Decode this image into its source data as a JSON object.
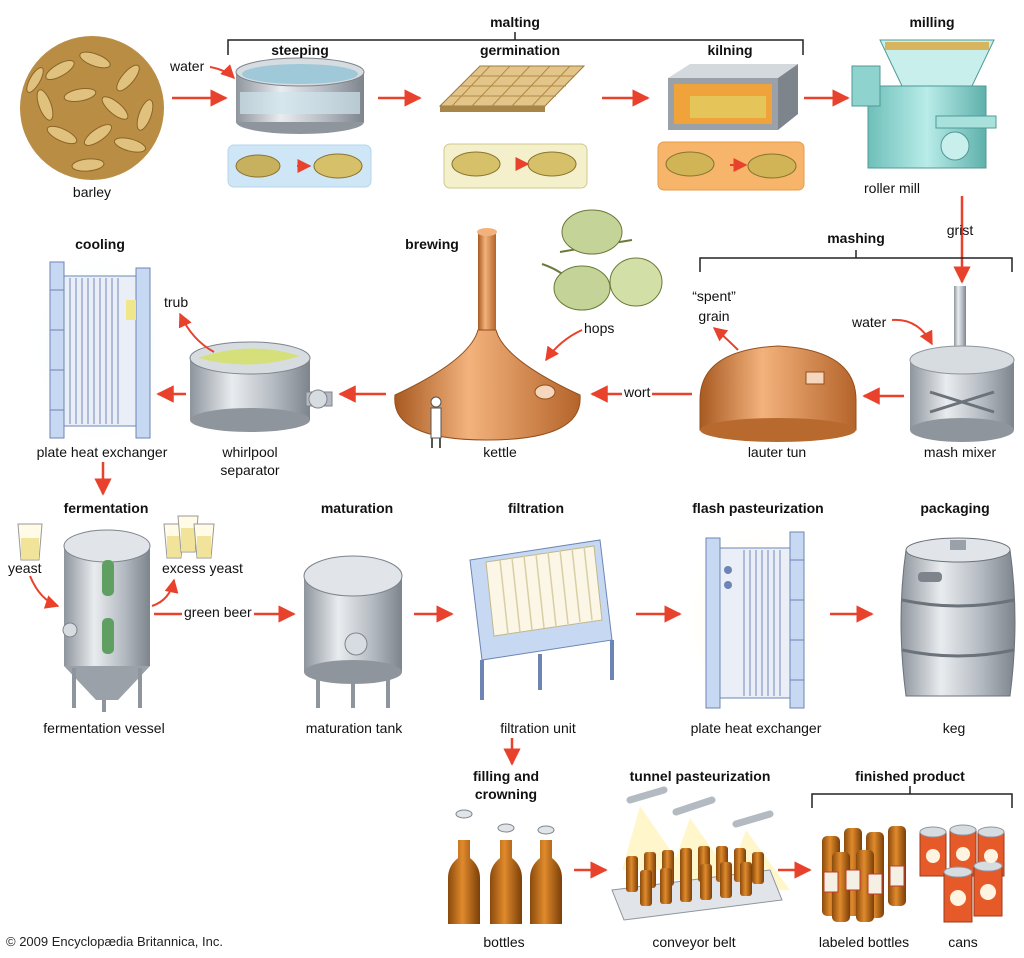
{
  "headings": {
    "malting": "malting",
    "steeping": "steeping",
    "germination": "germination",
    "kilning": "kilning",
    "milling": "milling",
    "mashing": "mashing",
    "brewing": "brewing",
    "cooling": "cooling",
    "fermentation": "fermentation",
    "maturation": "maturation",
    "filtration": "filtration",
    "flash_pasteurization": "flash pasteurization",
    "packaging": "packaging",
    "filling_line1": "filling and",
    "filling_line2": "crowning",
    "tunnel_pasteurization": "tunnel pasteurization",
    "finished_product": "finished product"
  },
  "labels": {
    "barley": "barley",
    "water_top": "water",
    "roller_mill": "roller mill",
    "grist": "grist",
    "water_mash": "water",
    "mash_mixer": "mash mixer",
    "spent_line1": "“spent”",
    "spent_line2": "grain",
    "lauter_tun": "lauter tun",
    "wort": "wort",
    "hops": "hops",
    "kettle": "kettle",
    "trub": "trub",
    "whirlpool_line1": "whirlpool",
    "whirlpool_line2": "separator",
    "plate_heat_exchanger_1": "plate heat exchanger",
    "yeast": "yeast",
    "excess_yeast": "excess yeast",
    "green_beer": "green beer",
    "fermentation_vessel": "fermentation vessel",
    "maturation_tank": "maturation tank",
    "filtration_unit": "filtration unit",
    "plate_heat_exchanger_2": "plate heat exchanger",
    "keg": "keg",
    "bottles": "bottles",
    "conveyor_belt": "conveyor belt",
    "labeled_bottles": "labeled bottles",
    "cans": "cans"
  },
  "copyright": "© 2009 Encyclopædia Britannica, Inc.",
  "colors": {
    "arrow": "#e8412c",
    "steel": "#b9bfc6",
    "copper": "#d98a4e",
    "teal": "#8fd3cf",
    "beer": "#c06a16",
    "grain": "#c7a25a",
    "glow_blue": "#cfe6f7",
    "glow_yellow": "#fff3b0"
  }
}
